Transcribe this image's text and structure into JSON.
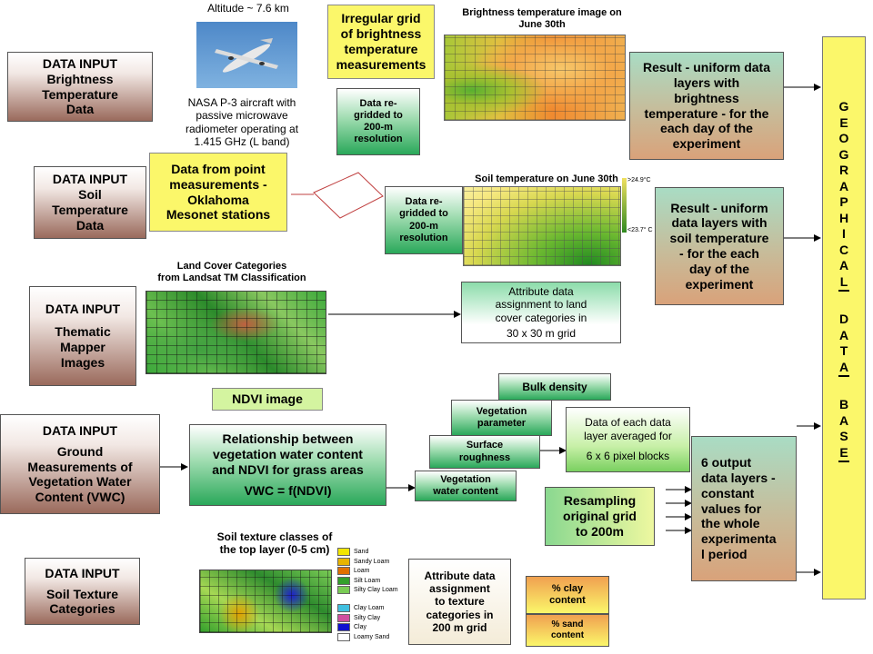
{
  "input_boxes": {
    "brightness": [
      "DATA INPUT",
      "Brightness",
      "Temperature",
      "Data"
    ],
    "soil_temp": [
      "DATA INPUT",
      "Soil",
      "Temperature",
      "Data"
    ],
    "thematic": [
      "DATA INPUT",
      "Thematic",
      "Mapper",
      "Images"
    ],
    "ground": [
      "DATA INPUT",
      "Ground",
      "Measurements of",
      "Vegetation Water",
      "Content (VWC)"
    ],
    "soil_texture": [
      "DATA INPUT",
      "Soil Texture",
      "Categories"
    ]
  },
  "aircraft": {
    "altitude": "Altitude ~ 7.6 km",
    "caption": [
      "NASA P-3 aircraft with",
      "passive microwave",
      "radiometer operating at",
      "1.415 GHz (L band)"
    ]
  },
  "irregular_grid": [
    "Irregular grid",
    "of brightness",
    "temperature",
    "measurements"
  ],
  "regridded": [
    "Data re-",
    "gridded to",
    "200-m",
    "resolution"
  ],
  "mesonet": [
    "Data from point",
    "measurements -",
    "Oklahoma",
    "Mesonet stations"
  ],
  "bt_image_title": [
    "Brightness temperature  image on",
    "June 30th"
  ],
  "soil_temp_title": "Soil temperature on June 30th",
  "soil_temp_scale": {
    "high": ">24.9°C",
    "low": "<23.7° C"
  },
  "result_bt": [
    "Result - uniform data",
    "layers with",
    "brightness",
    "temperature - for the",
    "each day of the",
    "experiment"
  ],
  "result_soil": [
    "Result - uniform",
    "data layers with",
    "soil temperature",
    "- for the each",
    "day of the",
    "experiment"
  ],
  "land_cover_title": [
    "Land Cover Categories",
    "from Landsat TM Classification"
  ],
  "attribute_land": [
    "Attribute data",
    "assignment to land",
    "cover categories in",
    "30 x 30 m grid"
  ],
  "ndvi": "NDVI image",
  "relationship": [
    "Relationship between",
    "vegetation water content",
    "and NDVI for grass areas"
  ],
  "vwc_formula": "VWC = f(NDVI)",
  "param_boxes": {
    "bulk": "Bulk density",
    "veg_param": [
      "Vegetation",
      "parameter"
    ],
    "surface": [
      "Surface",
      "roughness"
    ],
    "vwc": [
      "Vegetation",
      "water content"
    ]
  },
  "data_each": [
    "Data of each data",
    "layer averaged for",
    "6 x 6 pixel blocks"
  ],
  "resampling": [
    "Resampling",
    "original grid",
    "to 200m"
  ],
  "output": [
    "6 output",
    "data layers -",
    "constant",
    "values for",
    "the whole",
    "experimenta",
    "l period"
  ],
  "soil_texture_title": [
    "Soil texture classes of",
    "the top layer (0-5 cm)"
  ],
  "soil_legend": [
    {
      "label": "Sand",
      "color": "#f2e600"
    },
    {
      "label": "Sandy Loam",
      "color": "#e8b400"
    },
    {
      "label": "Loam",
      "color": "#e07000"
    },
    {
      "label": "Silt Loam",
      "color": "#33a02c"
    },
    {
      "label": "Silty Clay Loam",
      "color": "#7acc55"
    },
    {
      "label": "Clay Loam",
      "color": "#40c0e0"
    },
    {
      "label": "Silty Clay",
      "color": "#d04fa0"
    },
    {
      "label": "Clay",
      "color": "#1010d0"
    },
    {
      "label": "Loamy Sand",
      "color": "#ffffff"
    }
  ],
  "attribute_texture": [
    "Attribute data",
    "assignment",
    "to texture",
    "categories in",
    "200 m grid"
  ],
  "clay": [
    "% clay",
    "content"
  ],
  "sand": [
    "% sand",
    "content"
  ],
  "geo_letters": [
    "G",
    "E",
    "O",
    "G",
    "R",
    "A",
    "P",
    "H",
    "I",
    "C",
    "A",
    "L",
    "D",
    "A",
    "T",
    "A",
    "B",
    "A",
    "S",
    "E"
  ]
}
